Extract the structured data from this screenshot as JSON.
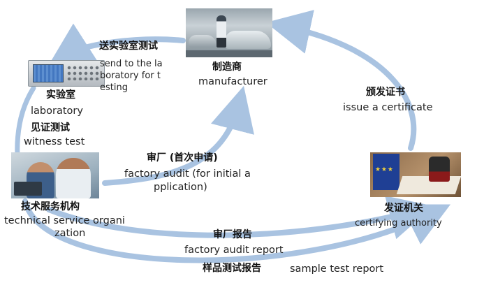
{
  "nodes": {
    "manufacturer": {
      "zh": "制造商",
      "en": "manufacturer"
    },
    "laboratory": {
      "zh": "实验室",
      "en": "laboratory"
    },
    "technical_service": {
      "zh": "技术服务机构",
      "en_line1": "technical service organi",
      "en_line2": "zation"
    },
    "certifying_authority": {
      "zh": "发证机关",
      "en": "certifying authority"
    }
  },
  "edges": {
    "send_to_lab": {
      "zh": "送实验室测试",
      "en_line1": "send to the la",
      "en_line2": "boratory for t",
      "en_line3": "esting"
    },
    "witness_test": {
      "zh": "见证测试",
      "en": "witness test"
    },
    "factory_audit": {
      "zh": "审厂 (首次申请)",
      "en_line1": "factory audit (for initial a",
      "en_line2": "pplication)"
    },
    "issue_certificate": {
      "zh": "颁发证书",
      "en": "issue a certificate"
    },
    "factory_audit_report": {
      "zh": "审厂报告",
      "en": "factory audit report"
    },
    "sample_test_report": {
      "zh": "样品测试报告",
      "en": "sample test report"
    }
  },
  "colors": {
    "arrow": "#a9c3e1",
    "arrow_dark": "#93b2d6"
  },
  "icons": {
    "manufacturer": "car-factory-photo",
    "laboratory": "test-instrument-photo",
    "technical_service": "engineers-photo",
    "certifying_authority": "eu-flag-stamp-photo"
  }
}
